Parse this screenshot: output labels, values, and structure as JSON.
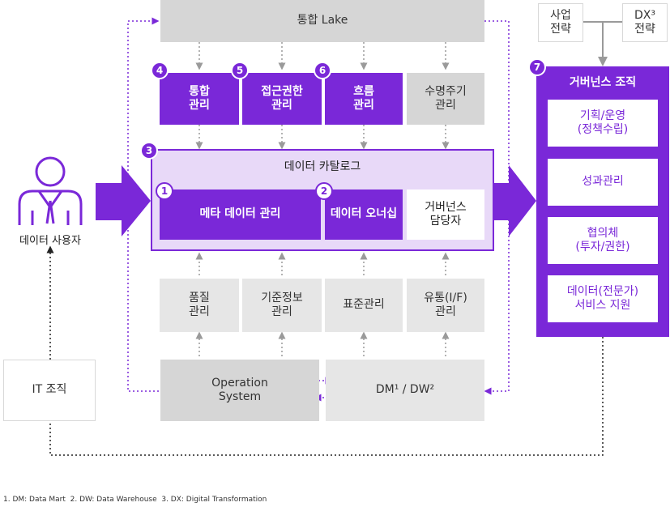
{
  "lake": "통합 Lake",
  "strategy": {
    "business": "사업\n전략",
    "dx": "DX³\n전략"
  },
  "top_row": [
    {
      "badge": "4",
      "label": "통합\n관리"
    },
    {
      "badge": "5",
      "label": "접근권한\n관리"
    },
    {
      "badge": "6",
      "label": "흐름\n관리"
    },
    {
      "badge": "",
      "label": "수명주기\n관리"
    }
  ],
  "catalog": {
    "badge": "3",
    "title": "데이터 카탈로그",
    "meta": {
      "badge": "1",
      "label": "메타 데이터 관리"
    },
    "owner": {
      "badge": "2",
      "label": "데이터 오너십"
    },
    "manager": "거버넌스\n담당자"
  },
  "bottom_row": [
    "품질\n관리",
    "기준정보\n관리",
    "표준관리",
    "유통(I/F)\n관리"
  ],
  "operation": "Operation\nSystem",
  "dm_dw": "DM¹ / DW²",
  "user": "데이터 사용자",
  "it": "IT 조직",
  "governance": {
    "badge": "7",
    "title": "거버넌스 조직",
    "items": [
      "기획/운영\n(정책수립)",
      "성과관리",
      "협의체\n(투자/권한)",
      "데이터(전문가)\n서비스 지원"
    ]
  },
  "footnote": "1. DM: Data Mart  2. DW: Data Warehouse  3. DX: Digital Transformation",
  "colors": {
    "purple": "#7a28d8",
    "light_purple": "#e8d9f8",
    "gray": "#d6d6d6"
  }
}
